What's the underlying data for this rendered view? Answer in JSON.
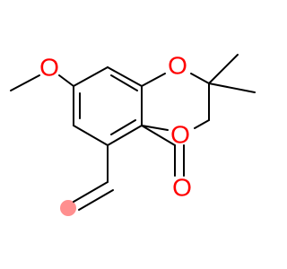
{
  "molecule": {
    "atoms": {
      "o_methoxy": "O",
      "o_ring_top": "O",
      "o_ring_bottom": "O",
      "o_carbonyl": "O"
    },
    "colors": {
      "bond": "#000000",
      "oxygen": "#ff0000",
      "vinyl_highlight": "#ff8f8f"
    }
  }
}
